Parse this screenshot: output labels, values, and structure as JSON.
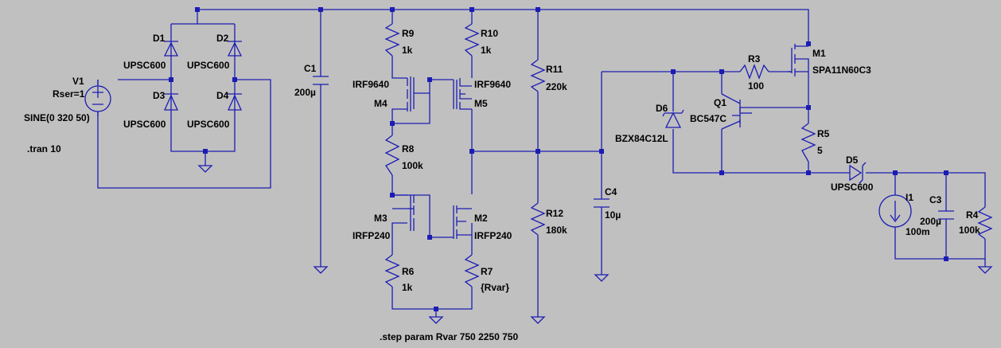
{
  "netlist": {
    "V1": {
      "name": "V1",
      "param": "Rser=1",
      "value": "SINE(0 320 50)"
    },
    "directive_tran": ".tran 10",
    "directive_step": ".step param Rvar 750 2250 750",
    "D1": {
      "name": "D1",
      "value": "UPSC600"
    },
    "D2": {
      "name": "D2",
      "value": "UPSC600"
    },
    "D3": {
      "name": "D3",
      "value": "UPSC600"
    },
    "D4": {
      "name": "D4",
      "value": "UPSC600"
    },
    "C1": {
      "name": "C1",
      "value": "200µ"
    },
    "R9": {
      "name": "R9",
      "value": "1k"
    },
    "R10": {
      "name": "R10",
      "value": "1k"
    },
    "M4": {
      "name": "M4",
      "value": "IRF9640"
    },
    "M5": {
      "name": "M5",
      "value": "IRF9640"
    },
    "R8": {
      "name": "R8",
      "value": "100k"
    },
    "M3": {
      "name": "M3",
      "value": "IRFP240"
    },
    "M2": {
      "name": "M2",
      "value": "IRFP240"
    },
    "R6": {
      "name": "R6",
      "value": "1k"
    },
    "R7": {
      "name": "R7",
      "value": "{Rvar}"
    },
    "R11": {
      "name": "R11",
      "value": "220k"
    },
    "R12": {
      "name": "R12",
      "value": "180k"
    },
    "C4": {
      "name": "C4",
      "value": "10µ"
    },
    "D6": {
      "name": "D6",
      "value": "BZX84C12L"
    },
    "Q1": {
      "name": "Q1",
      "value": "BC547C"
    },
    "R3": {
      "name": "R3",
      "value": "100"
    },
    "M1": {
      "name": "M1",
      "value": "SPA11N60C3"
    },
    "R5": {
      "name": "R5",
      "value": "5"
    },
    "D5": {
      "name": "D5",
      "value": "UPSC600"
    },
    "I1": {
      "name": "I1",
      "value": "100m"
    },
    "C3": {
      "name": "C3",
      "value": "200µ"
    },
    "R4": {
      "name": "R4",
      "value": "100k"
    }
  }
}
